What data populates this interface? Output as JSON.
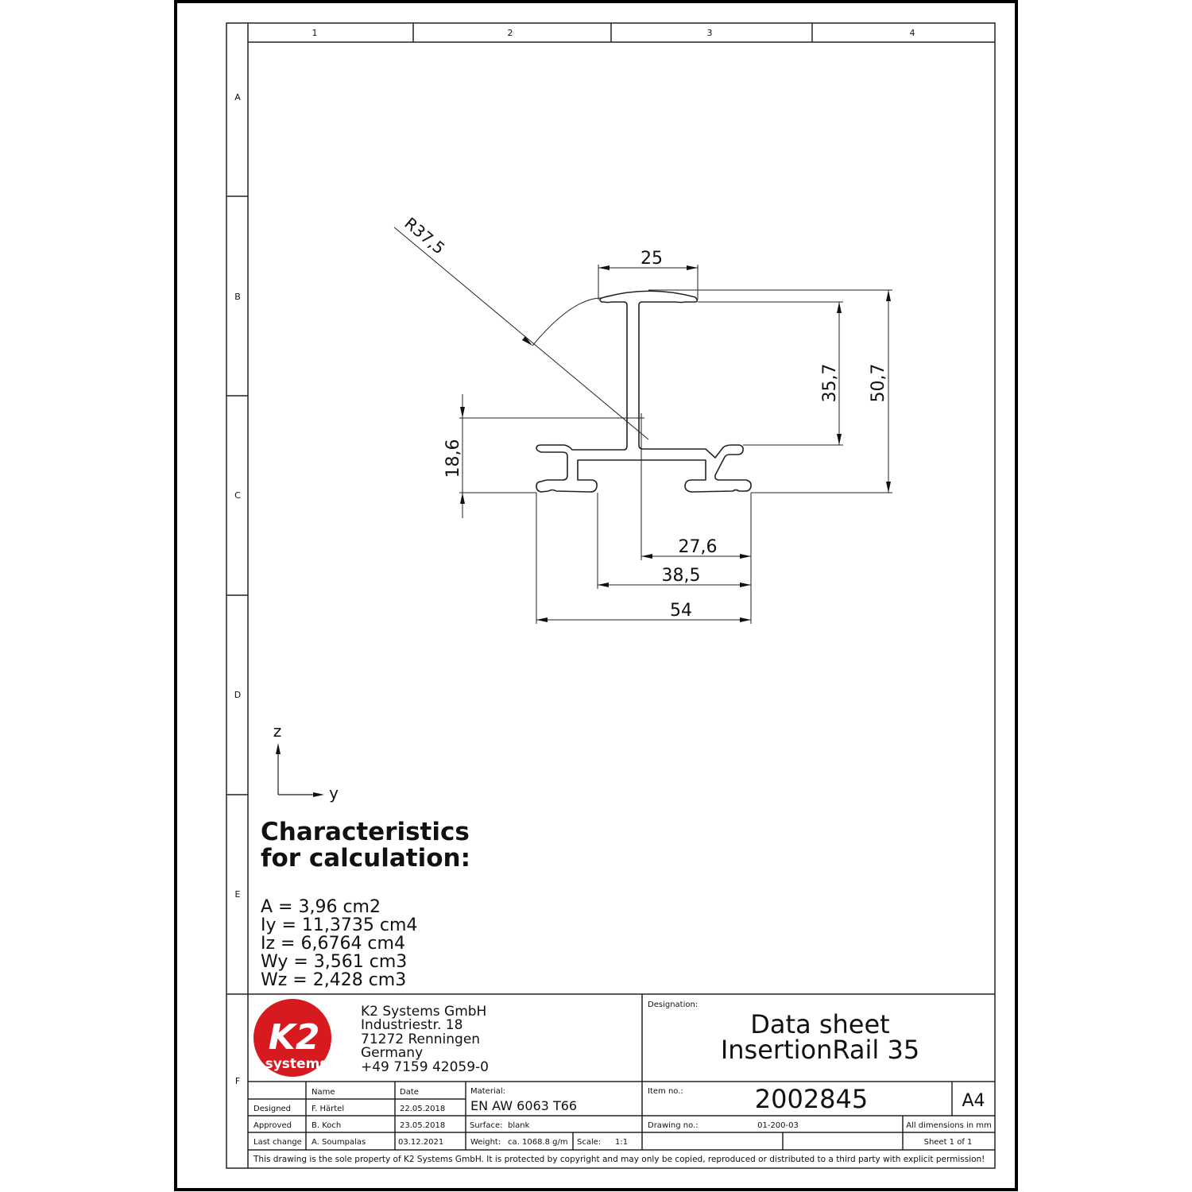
{
  "frame": {
    "columns": [
      "1",
      "2",
      "3",
      "4"
    ],
    "rows": [
      "A",
      "B",
      "C",
      "D",
      "E",
      "F"
    ]
  },
  "drawing": {
    "dimensions": {
      "top_width": "25",
      "flange_height": "35,7",
      "total_height": "50,7",
      "base_height": "18,6",
      "dim_27": "27,6",
      "dim_38": "38,5",
      "total_width": "54",
      "radius": "R37,5"
    },
    "axes": {
      "z": "z",
      "y": "y"
    }
  },
  "characteristics": {
    "title_line1": "Characteristics",
    "title_line2": "for calculation:",
    "values": [
      "A = 3,96 cm2",
      "Iy = 11,3735 cm4",
      "Iz = 6,6764 cm4",
      "Wy = 3,561 cm3",
      "Wz = 2,428 cm3"
    ]
  },
  "company": {
    "logo_text": "K2",
    "logo_sub": "systems",
    "brand_color": "#d71920",
    "name": "K2 Systems GmbH",
    "street": "Industriestr. 18",
    "city": "71272 Renningen",
    "country": "Germany",
    "phone": "+49 7159 42059-0"
  },
  "title_block": {
    "designation_label": "Designation:",
    "designation_line1": "Data sheet",
    "designation_line2": "InsertionRail 35",
    "name_header": "Name",
    "date_header": "Date",
    "rows": [
      {
        "role": "Designed",
        "name": "F. Härtel",
        "date": "22.05.2018"
      },
      {
        "role": "Approved",
        "name": "B. Koch",
        "date": "23.05.2018"
      },
      {
        "role": "Last change",
        "name": "A. Soumpalas",
        "date": "03.12.2021"
      }
    ],
    "material_label": "Material:",
    "material": "EN AW 6063 T66",
    "surface_label": "Surface:",
    "surface": "blank",
    "weight_label": "Weight:",
    "weight": "ca. 1068.8 g/m",
    "scale_label": "Scale:",
    "scale": "1:1",
    "item_label": "Item no.:",
    "item_no": "2002845",
    "format": "A4",
    "drawing_label": "Drawing no.:",
    "drawing_no": "01-200-03",
    "units_note": "All dimensions in mm",
    "sheet": "Sheet 1 of 1",
    "copyright": "This drawing is the sole property of K2 Systems GmbH.  It is protected by copyright and may only be copied, reproduced or distributed to a third party with explicit permission!"
  }
}
